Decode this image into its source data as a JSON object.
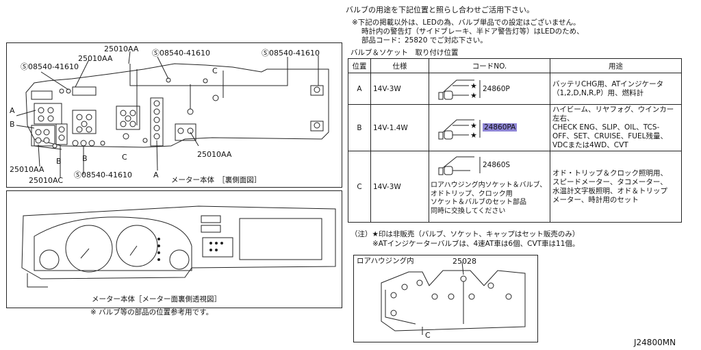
{
  "header": {
    "line1": "バルブの用途を下記位置と照らし合わせご活用下さい。",
    "line2": "※下記の掲載以外は、LEDの為、バルブ単品での設定はございません。",
    "line3": "時計内の警告灯（サイドブレーキ、半ドア警告灯等）はLEDのため、",
    "line4": "部品コード：25820 でご対応下さい。"
  },
  "table": {
    "caption": "バルブ＆ソケット　取り付け位置",
    "headers": [
      "位置",
      "仕様",
      "コードNO.",
      "用途"
    ],
    "rows": [
      {
        "pos": "A",
        "spec": "14V-3W",
        "code": "24860P",
        "use": [
          "バッテリCHG用、ATインジケータ",
          "（1,2,D,N,R,P）用、燃料計"
        ]
      },
      {
        "pos": "B",
        "spec": "14V-1.4W",
        "code": "24860PA",
        "use": [
          "ハイビーム、リヤフォグ、ウインカー左右、",
          "CHECK ENG、SLIP、OIL、TCS-",
          "OFF、SET、CRUISE、FUEL残量、",
          "VDCまたは4WD、CVT"
        ]
      },
      {
        "pos": "C",
        "spec": "14V-3W",
        "code": "24860S",
        "code_note": [
          "ロアハウジング内ソケット＆バルブ、",
          "オドトリップ、クロック用",
          "ソケット＆バルブのセット部品",
          "同時に交換してください"
        ],
        "use": [
          "オド・トリップ＆クロック照明用、",
          "スピードメーター、タコメーター、",
          "水温計文字板照明、オド＆トリップ",
          "メーター、時計用のセット"
        ]
      }
    ]
  },
  "notes": {
    "note1": "（注）★印は非販売（バルブ、ソケット、キャップはセット販売のみ）",
    "note2": "※ATインジケーターバルブは、4速AT車は6個、CVT車は11個。"
  },
  "diagram_top": {
    "labels": {
      "p1": "25010AA",
      "p2": "08540-41610",
      "p3": "08540-41610",
      "p4": "25010AA",
      "p5": "08540-41610",
      "p6": "25010AA",
      "p7": "25010AA",
      "p8": "25010AC",
      "p9": "08540-41610",
      "A": "A",
      "B": "B",
      "C": "C",
      "caption": "メーター本体　［裏側面図］"
    }
  },
  "diagram_bottom": {
    "caption": "メーター本体［メーター面裏側透視図］",
    "note": "※ バルブ等の部品の位置参考用です。"
  },
  "lower_housing": {
    "title": "ロアハウジング内",
    "part": "25028",
    "label_c": "C"
  },
  "footer_code": "J24800MN",
  "colors": {
    "highlight": "#8f86d6",
    "line": "#222222"
  }
}
